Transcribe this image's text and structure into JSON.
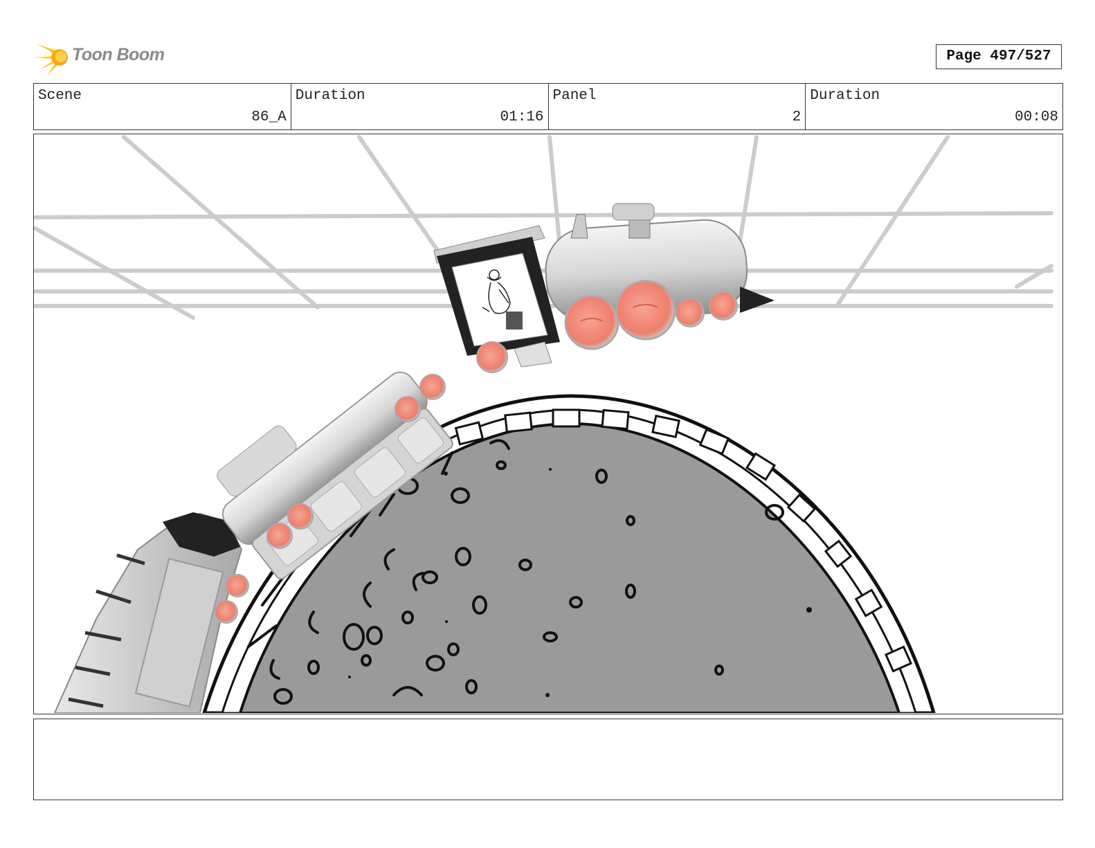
{
  "header": {
    "brand": "Toon Boom",
    "page_label": "Page 497/527"
  },
  "info": {
    "scene_label": "Scene",
    "scene_value": "86_A",
    "duration_label": "Duration",
    "duration_value": "01:16",
    "panel_label": "Panel",
    "panel_value": "2",
    "panel_duration_label": "Duration",
    "panel_duration_value": "00:08"
  },
  "notes": {
    "text": ""
  },
  "icons": {
    "logo": "toon-boom-logo-icon"
  },
  "colors": {
    "wheel": "#f08a7a",
    "table": "#9a9a9a",
    "grid": "#cccccc"
  }
}
